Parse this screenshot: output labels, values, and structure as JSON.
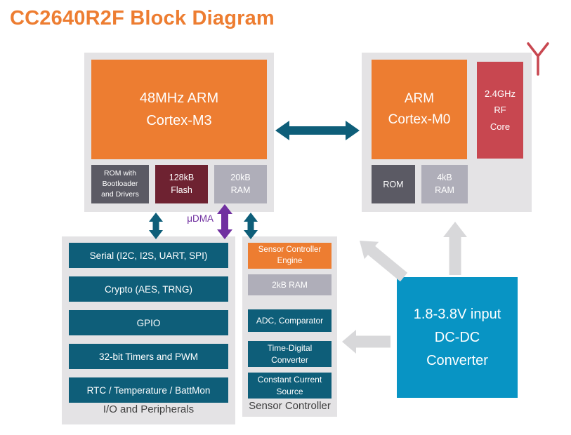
{
  "title": "CC2640R2F Block Diagram",
  "colors": {
    "orange": "#ED7D31",
    "teal": "#0E5E79",
    "blue": "#0894C4",
    "maroon": "#6E2231",
    "dark_gray": "#5B5A64",
    "light_gray": "#AFAEB9",
    "red": "#C84750",
    "purple": "#7030A0",
    "panel_gray": "#E4E3E5",
    "arrow_gray": "#D8D8DA"
  },
  "main_mcu": {
    "cpu_label": "48MHz ARM\nCortex-M3",
    "rom_label": "ROM with\nBootloader\nand Drivers",
    "flash_label": "128kB\nFlash",
    "ram_label": "20kB\nRAM"
  },
  "radio": {
    "cpu_label": "ARM\nCortex-M0",
    "rf_label": "2.4GHz\nRF\nCore",
    "rom_label": "ROM",
    "ram_label": "4kB\nRAM"
  },
  "dma_label": "μDMA",
  "peripherals": {
    "rows": [
      "Serial (I2C, I2S, UART, SPI)",
      "Crypto (AES, TRNG)",
      "GPIO",
      "32-bit Timers and PWM",
      "RTC / Temperature / BattMon"
    ],
    "caption": "I/O and Peripherals"
  },
  "sensor_controller": {
    "engine_label": "Sensor Controller\nEngine",
    "ram_label": "2kB RAM",
    "rows": [
      "ADC, Comparator",
      "Time-Digital\nConverter",
      "Constant Current\nSource"
    ],
    "caption": "Sensor Controller"
  },
  "power": {
    "label": "1.8-3.8V input\nDC-DC\nConverter"
  }
}
